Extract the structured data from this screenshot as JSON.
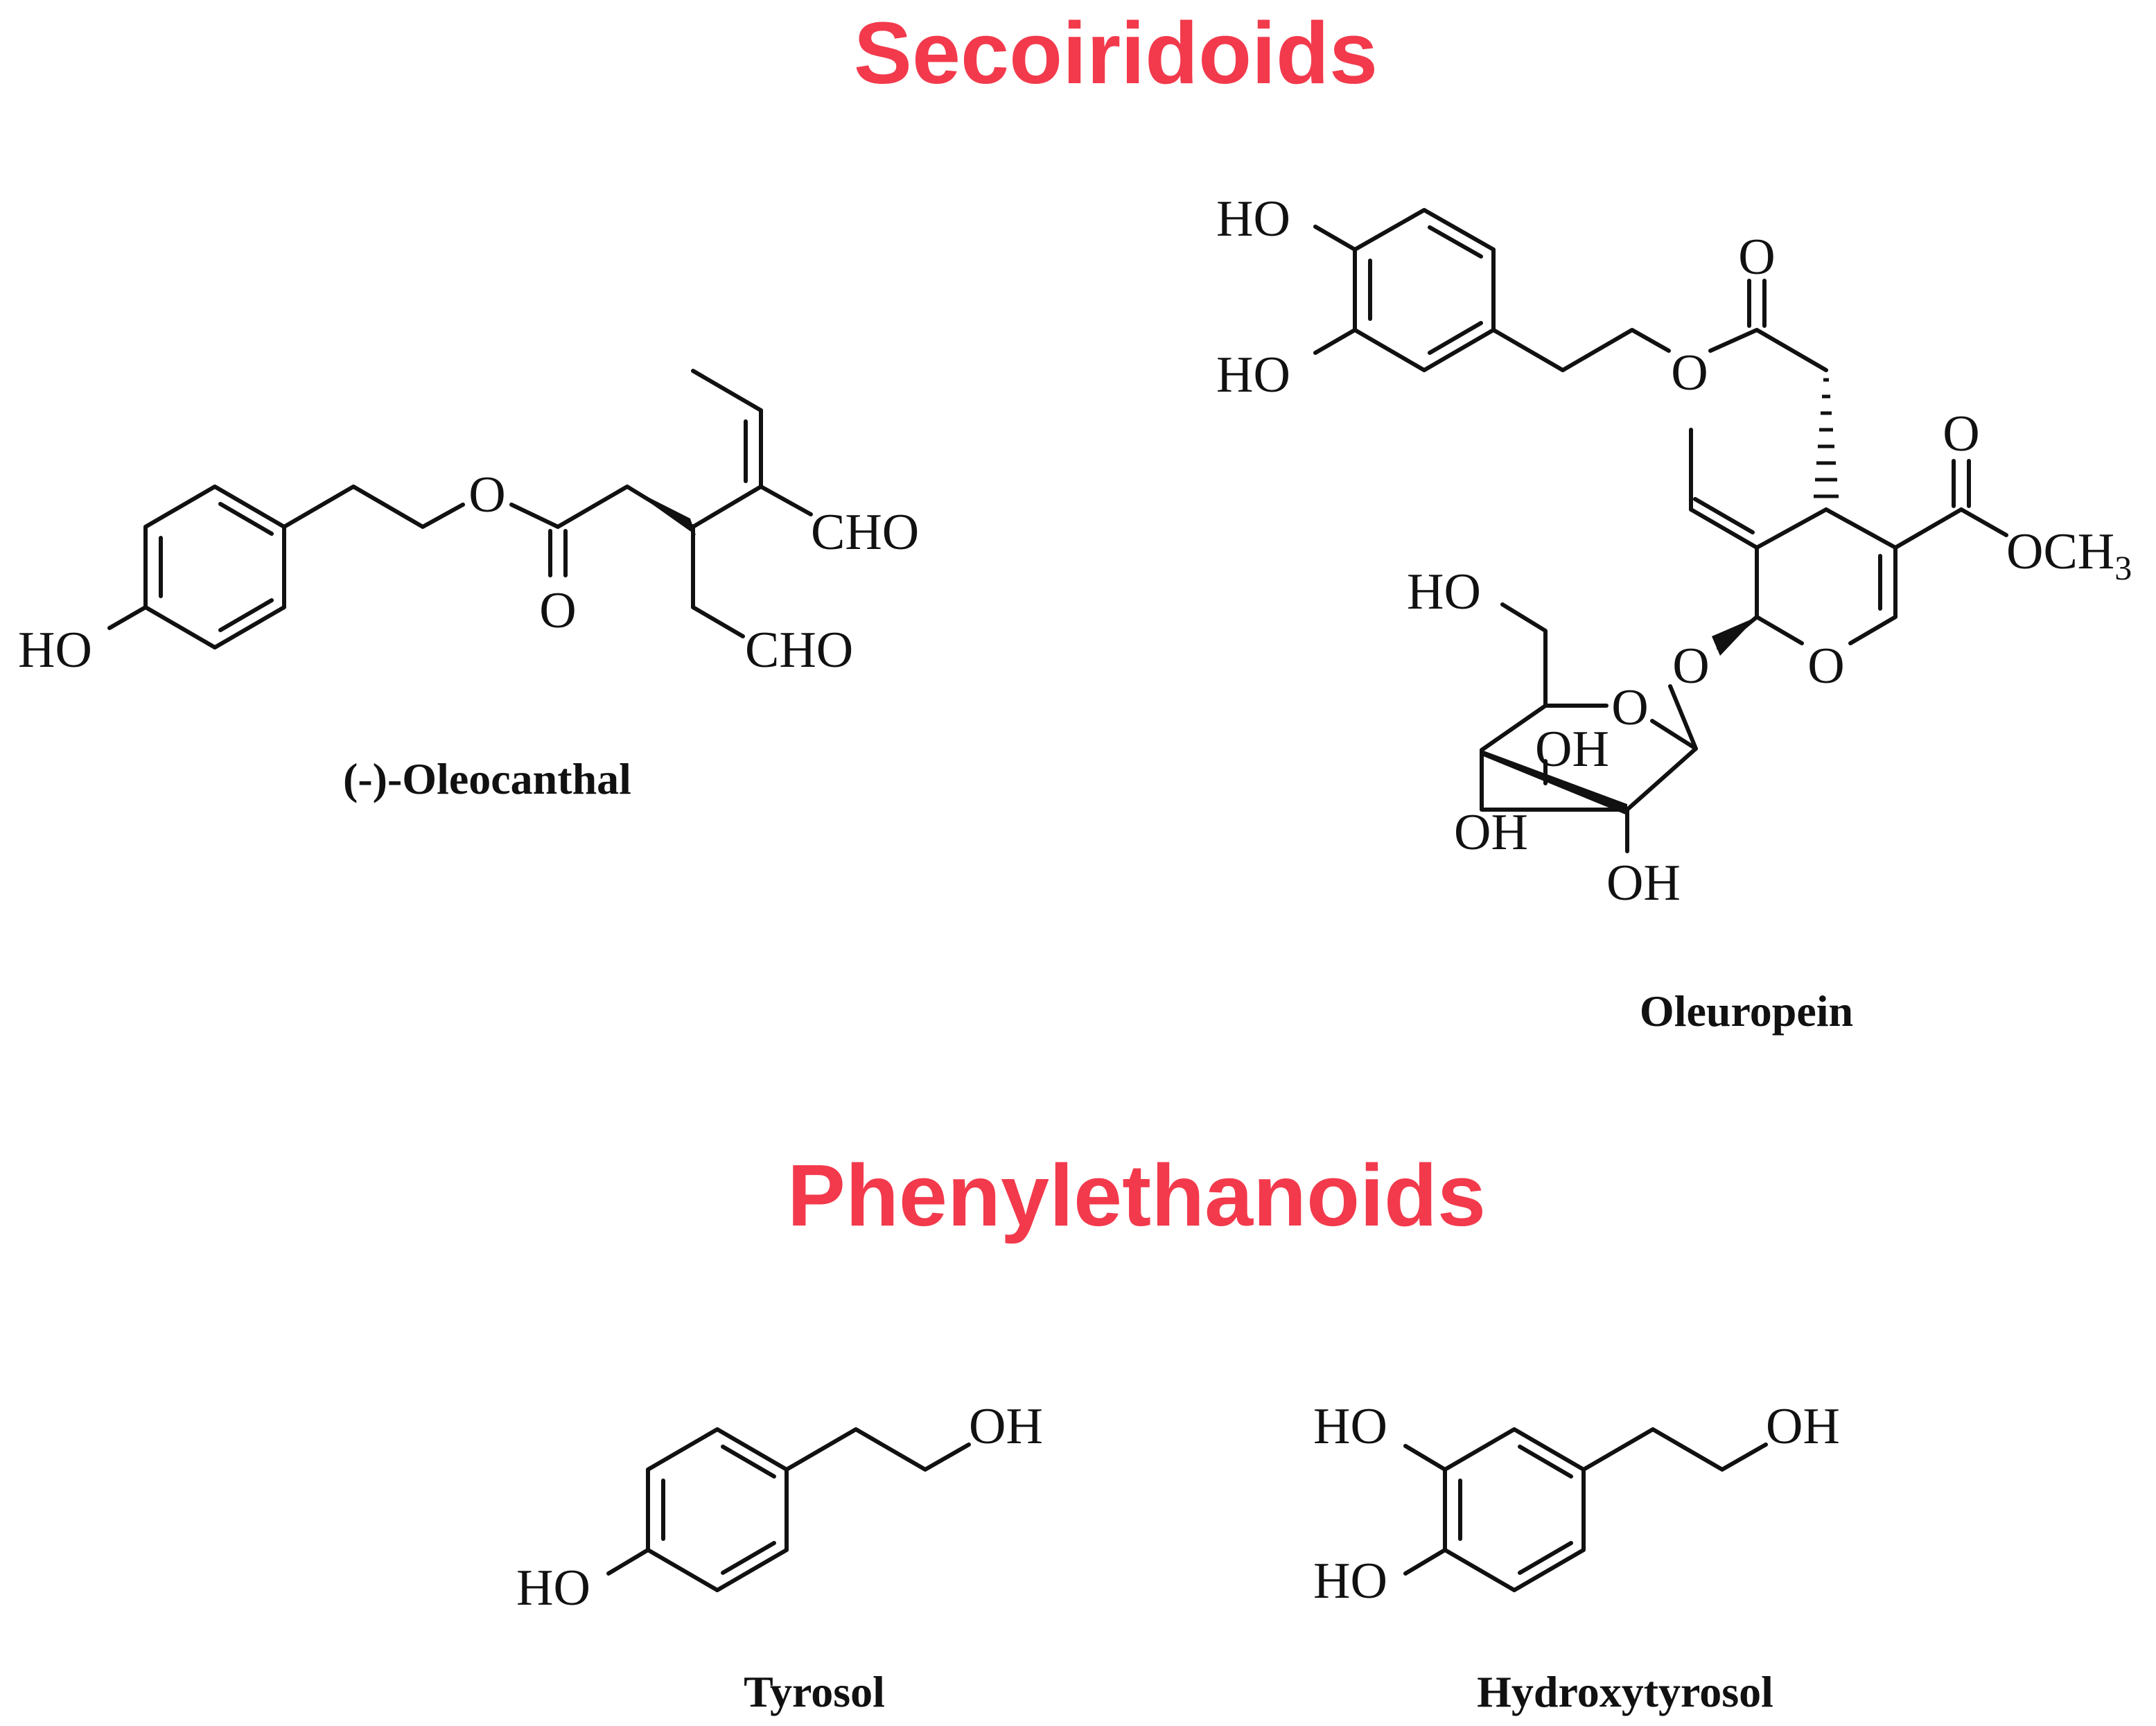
{
  "colors": {
    "heading": "#f23a4c",
    "ink": "#111111",
    "background": "#ffffff"
  },
  "headings": {
    "secoiridoids": "Secoiridoids",
    "phenylethanoids": "Phenylethanoids"
  },
  "compounds": {
    "oleocanthal": {
      "name": "(-)-Oleocanthal",
      "atoms": {
        "ho": "HO",
        "o_ester": "O",
        "o_carbonyl": "O",
        "cho1": "CHO",
        "cho2": "CHO"
      }
    },
    "oleuropein": {
      "name": "Oleuropein",
      "atoms": {
        "ho_top": "HO",
        "ho_mid": "HO",
        "o_carbonyl_top": "O",
        "o_ester_top": "O",
        "o_carbonyl_right": "O",
        "och3_main": "OCH",
        "och3_sub": "3",
        "o_ring": "O",
        "o_glyco": "O",
        "ho_ch2": "HO",
        "o_sugar": "O",
        "oh_sugar_1": "OH",
        "oh_sugar_2": "OH",
        "oh_sugar_3": "OH"
      }
    },
    "tyrosol": {
      "name": "Tyrosol",
      "atoms": {
        "ho": "HO",
        "oh": "OH"
      }
    },
    "hydroxytyrosol": {
      "name": "Hydroxytyrosol",
      "atoms": {
        "ho_top": "HO",
        "ho_bottom": "HO",
        "oh": "OH"
      }
    }
  }
}
